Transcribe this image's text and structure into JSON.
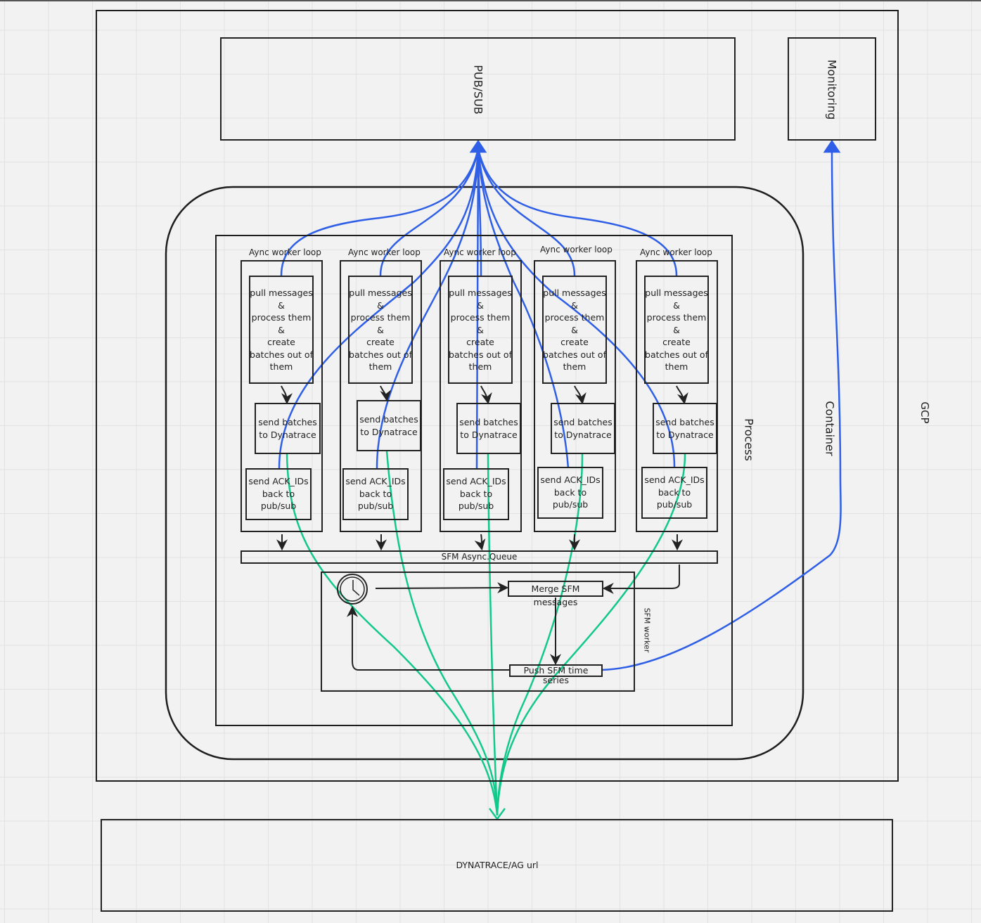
{
  "regions": {
    "gcp": "GCP",
    "container": "Container",
    "process": "Process",
    "sfm_worker": "SFM worker"
  },
  "services": {
    "pubsub": "PUB/SUB",
    "monitoring": "Monitoring",
    "dynatrace": "DYNATRACE/AG url"
  },
  "workers": [
    {
      "title": "Aync worker loop",
      "pull": "pull messages\n&\nprocess them\n&\ncreate\nbatches out of\nthem",
      "send": "send batches\nto Dynatrace",
      "ack": "send ACK_IDs\nback to\npub/sub"
    },
    {
      "title": "Aync worker loop",
      "pull": "pull messages\n&\nprocess them\n&\ncreate\nbatches out of\nthem",
      "send": "send batches\nto Dynatrace",
      "ack": "send ACK_IDs\nback to\npub/sub"
    },
    {
      "title": "Aync worker loop",
      "pull": "pull messages\n&\nprocess them\n&\ncreate\nbatches out of\nthem",
      "send": "send batches\nto Dynatrace",
      "ack": "send ACK_IDs\nback to\npub/sub"
    },
    {
      "title": "Aync worker loop",
      "pull": "pull messages\n&\nprocess them\n&\ncreate\nbatches out of\nthem",
      "send": "send batches\nto Dynatrace",
      "ack": "send ACK_IDs\nback to\npub/sub"
    },
    {
      "title": "Aync worker loop",
      "pull": "pull messages\n&\nprocess them\n&\ncreate\nbatches out of\nthem",
      "send": "send batches\nto Dynatrace",
      "ack": "send ACK_IDs\nback to\npub/sub"
    }
  ],
  "queue": "SFM  Async.Queue",
  "sfm": {
    "merge": "Merge SFM messages",
    "push": "Push SFM time series",
    "timer_icon": "clock-icon"
  },
  "colors": {
    "pubsub_edges": "#2f5fe6",
    "dynatrace_edges": "#12c98a",
    "outline": "#222222"
  }
}
